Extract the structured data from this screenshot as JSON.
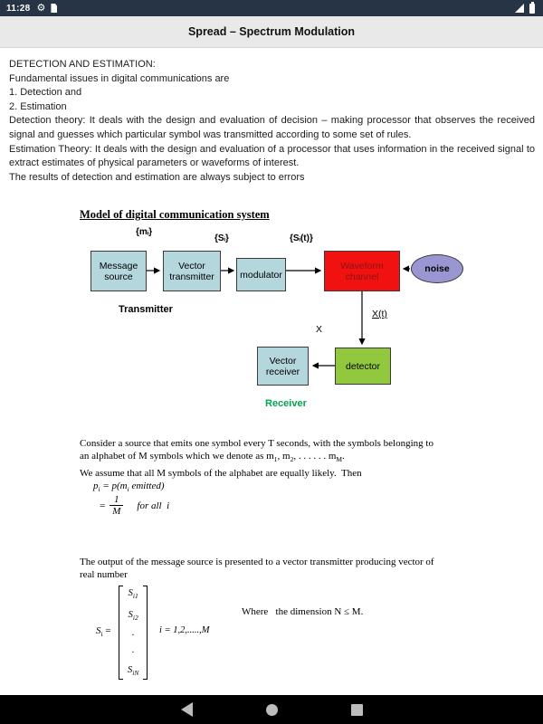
{
  "status_bar": {
    "time": "11:28",
    "gear_glyph": "⚙"
  },
  "app_bar": {
    "title": "Spread – Spectrum Modulation"
  },
  "article": {
    "heading": "DETECTION AND ESTIMATION:",
    "intro": "Fundamental issues in digital communications are",
    "item1": "1. Detection and",
    "item2": "2. Estimation",
    "detection_theory": "Detection theory: It deals with the design and evaluation of decision – making processor that observes the received signal and guesses which particular symbol was transmitted according to some set of rules.",
    "estimation_theory": "Estimation Theory: It deals with the design and evaluation of a processor that uses information in the received signal to extract estimates of physical parameters or waveforms of interest.",
    "results_note": "The results of detection and estimation are always subject to errors"
  },
  "diagram": {
    "title": "Model of digital communication system",
    "signal_labels": {
      "m": "{mᵢ}",
      "s": "{Sᵢ}",
      "st": "{Sᵢ(t)}"
    },
    "blocks": {
      "message_source": "Message source",
      "vector_transmitter": "Vector transmitter",
      "modulator": "modulator",
      "waveform_channel": "Waveform channel",
      "noise": "noise",
      "detector": "detector",
      "vector_receiver": "Vector receiver"
    },
    "labels": {
      "transmitter": "Transmitter",
      "receiver": "Receiver",
      "xt": "X(t)",
      "x": "X"
    },
    "colors": {
      "block_fill": "#b4d7dd",
      "channel_fill": "#f21111",
      "channel_text": "#8b1212",
      "noise_fill": "#9a96d2",
      "detector_fill": "#92c83e",
      "receiver_label": "#00a550"
    }
  },
  "body_text": {
    "para1_line1": "Consider a source that emits one symbol every T seconds, with the symbols belonging to",
    "para1_line2": {
      "t1": "an alphabet of M symbols which we denote as m",
      "s1": "1",
      "t2": ", m",
      "s2": "2",
      "t3": ", . . . . . . m",
      "s3": "M",
      "t4": "."
    },
    "para1_line3": "We assume that all M symbols of the alphabet are equally likely.  Then",
    "eq1": {
      "t1": "p",
      "s1": "i",
      "t2": " = p(m",
      "s2": "i",
      "t3": " emitted)"
    },
    "eq2": {
      "lhs": "=",
      "numerator": "1",
      "denominator": "M",
      "note": "for all  i"
    },
    "para2_line1": "The output of the message source is presented to a vector transmitter producing vector of",
    "para2_line2": "real number",
    "matrix": {
      "lhs_base": "S",
      "lhs_sub": "i",
      "equals": "=",
      "entries": [
        {
          "base": "S",
          "sub": "i1"
        },
        {
          "base": "S",
          "sub": "i2"
        },
        {
          "base": ".",
          "sub": ""
        },
        {
          "base": ".",
          "sub": ""
        },
        {
          "base": "S",
          "sub": "iN"
        }
      ],
      "index_note": "i = 1,2,.....,M"
    },
    "dimension_note": "Where   the dimension N ≤ M."
  },
  "nav_bar": {
    "icons": [
      "back",
      "home",
      "recents"
    ]
  }
}
